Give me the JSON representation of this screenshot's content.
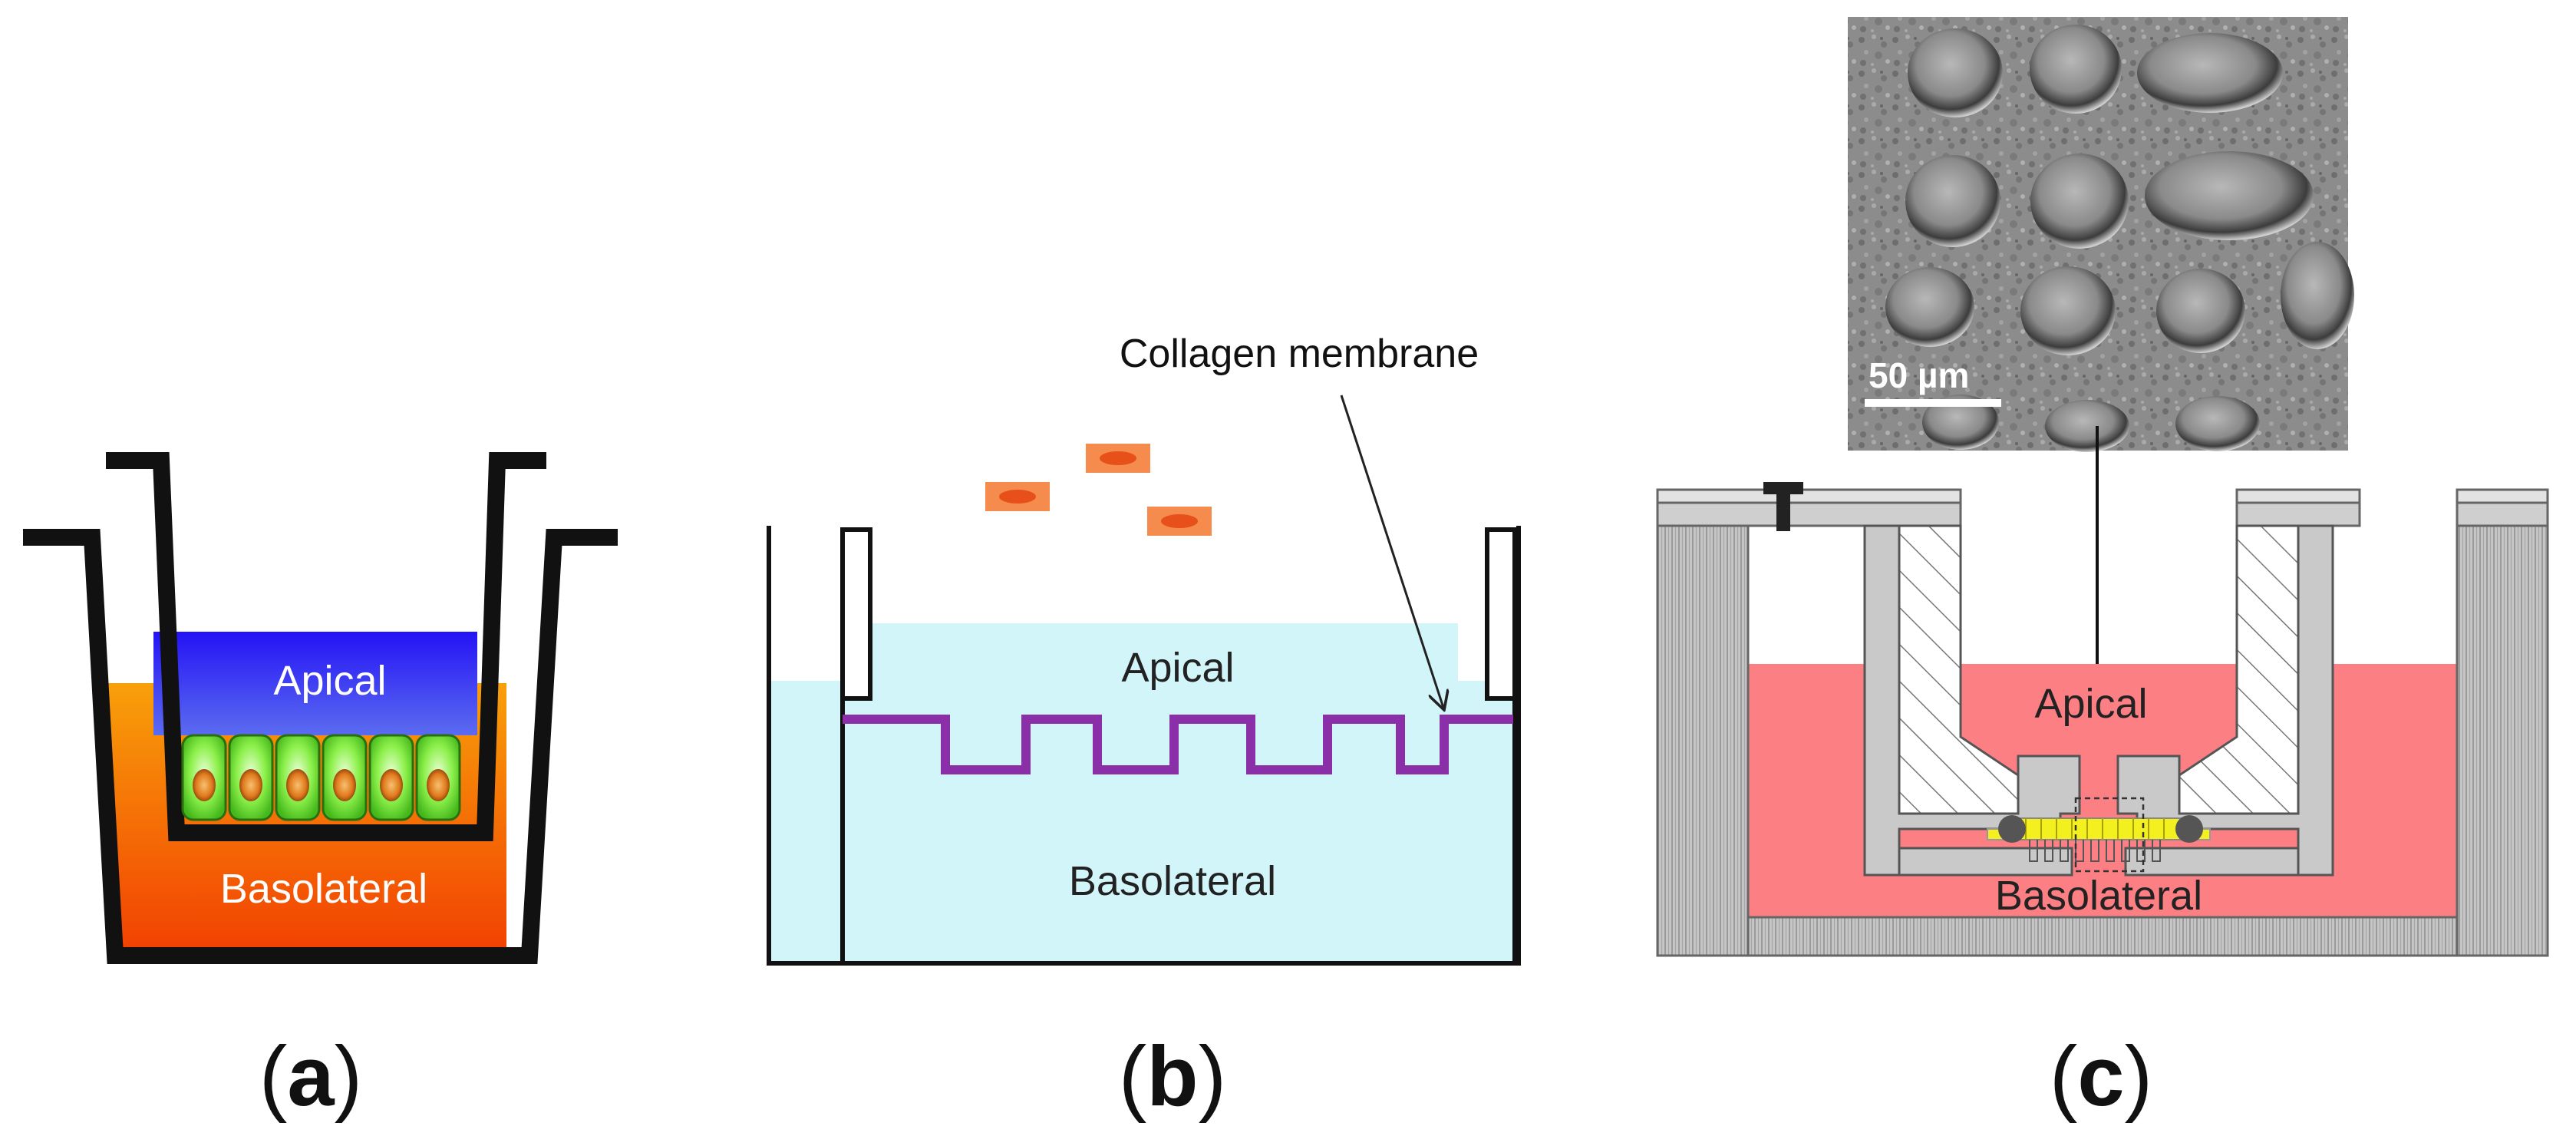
{
  "panel_a": {
    "apical_label": "Apical",
    "basolateral_label": "Basolateral",
    "caption_open": "(",
    "caption_letter": "a",
    "caption_close": ")",
    "colors": {
      "apical": "#2d1df0",
      "basolateral_top": "#f7a008",
      "basolateral_bottom": "#f44a04",
      "cells": "#7ef03c",
      "nucleus": "#f0a040"
    }
  },
  "panel_b": {
    "membrane_label": "Collagen membrane",
    "apical_label": "Apical",
    "basolateral_label": "Basolateral",
    "caption_open": "(",
    "caption_letter": "b",
    "caption_close": ")",
    "colors": {
      "medium": "#d2f5fa",
      "membrane": "#8a2fa8",
      "cells": "#f58b4c"
    }
  },
  "panel_c": {
    "scale_bar_label": "50 µm",
    "apical_label": "Apical",
    "basolateral_label": "Basolateral",
    "caption_open": "(",
    "caption_letter": "c",
    "caption_close": ")",
    "colors": {
      "medium": "#fc7f84",
      "housing": "#c9c9c9",
      "membrane": "#f4f020"
    }
  }
}
